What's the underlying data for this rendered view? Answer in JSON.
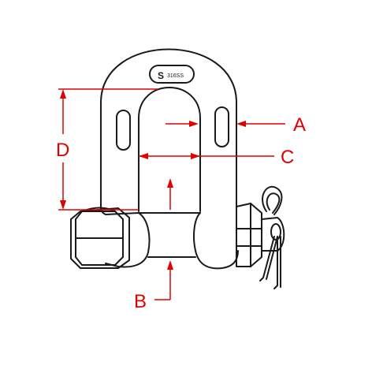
{
  "diagram": {
    "stamp": {
      "letter": "S",
      "grade": "316SS"
    },
    "dimensions": {
      "A": "A",
      "B": "B",
      "C": "C",
      "D": "D"
    },
    "colors": {
      "outline": "#1a1a1a",
      "dimension": "#e00000",
      "background": "#ffffff"
    }
  }
}
